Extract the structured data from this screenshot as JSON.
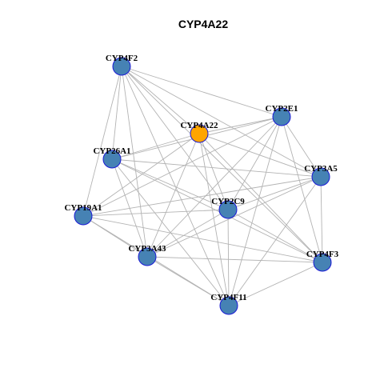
{
  "title": "CYP4A22",
  "colors": {
    "background": "#ffffff",
    "edge": "#b3b3b3",
    "node_default": "#4682b4",
    "node_stroke": "#1a1ad6",
    "node_highlight": "#ffa500",
    "label": "#000000"
  },
  "nodes": [
    {
      "id": "CYP4F2",
      "label": "CYP4F2",
      "highlight": false
    },
    {
      "id": "CYP2E1",
      "label": "CYP2E1",
      "highlight": false
    },
    {
      "id": "CYP4A22",
      "label": "CYP4A22",
      "highlight": true
    },
    {
      "id": "CYP26A1",
      "label": "CYP26A1",
      "highlight": false
    },
    {
      "id": "CYP3A5",
      "label": "CYP3A5",
      "highlight": false
    },
    {
      "id": "CYP19A1",
      "label": "CYP19A1",
      "highlight": false
    },
    {
      "id": "CYP2C9",
      "label": "CYP2C9",
      "highlight": false
    },
    {
      "id": "CYP3A43",
      "label": "CYP3A43",
      "highlight": false
    },
    {
      "id": "CYP4F3",
      "label": "CYP4F3",
      "highlight": false
    },
    {
      "id": "CYP4F11",
      "label": "CYP4F11",
      "highlight": false
    }
  ],
  "edges": [
    [
      "CYP4F2",
      "CYP2E1"
    ],
    [
      "CYP4F2",
      "CYP4A22"
    ],
    [
      "CYP4F2",
      "CYP26A1"
    ],
    [
      "CYP4F2",
      "CYP3A5"
    ],
    [
      "CYP4F2",
      "CYP19A1"
    ],
    [
      "CYP4F2",
      "CYP2C9"
    ],
    [
      "CYP4F2",
      "CYP3A43"
    ],
    [
      "CYP4F2",
      "CYP4F3"
    ],
    [
      "CYP4F2",
      "CYP4F11"
    ],
    [
      "CYP2E1",
      "CYP4A22"
    ],
    [
      "CYP2E1",
      "CYP26A1"
    ],
    [
      "CYP2E1",
      "CYP3A5"
    ],
    [
      "CYP2E1",
      "CYP19A1"
    ],
    [
      "CYP2E1",
      "CYP2C9"
    ],
    [
      "CYP2E1",
      "CYP3A43"
    ],
    [
      "CYP2E1",
      "CYP4F3"
    ],
    [
      "CYP2E1",
      "CYP4F11"
    ],
    [
      "CYP4A22",
      "CYP26A1"
    ],
    [
      "CYP4A22",
      "CYP3A5"
    ],
    [
      "CYP4A22",
      "CYP19A1"
    ],
    [
      "CYP4A22",
      "CYP2C9"
    ],
    [
      "CYP4A22",
      "CYP3A43"
    ],
    [
      "CYP4A22",
      "CYP4F3"
    ],
    [
      "CYP4A22",
      "CYP4F11"
    ],
    [
      "CYP26A1",
      "CYP3A5"
    ],
    [
      "CYP26A1",
      "CYP2C9"
    ],
    [
      "CYP26A1",
      "CYP3A43"
    ],
    [
      "CYP26A1",
      "CYP4F3"
    ],
    [
      "CYP26A1",
      "CYP4F11"
    ],
    [
      "CYP3A5",
      "CYP19A1"
    ],
    [
      "CYP3A5",
      "CYP2C9"
    ],
    [
      "CYP3A5",
      "CYP3A43"
    ],
    [
      "CYP3A5",
      "CYP4F3"
    ],
    [
      "CYP3A5",
      "CYP4F11"
    ],
    [
      "CYP19A1",
      "CYP2C9"
    ],
    [
      "CYP19A1",
      "CYP3A43"
    ],
    [
      "CYP19A1",
      "CYP4F3"
    ],
    [
      "CYP19A1",
      "CYP4F11"
    ],
    [
      "CYP2C9",
      "CYP3A43"
    ],
    [
      "CYP2C9",
      "CYP4F3"
    ],
    [
      "CYP2C9",
      "CYP4F11"
    ],
    [
      "CYP3A43",
      "CYP4F3"
    ],
    [
      "CYP3A43",
      "CYP4F11"
    ],
    [
      "CYP4F3",
      "CYP4F11"
    ]
  ]
}
